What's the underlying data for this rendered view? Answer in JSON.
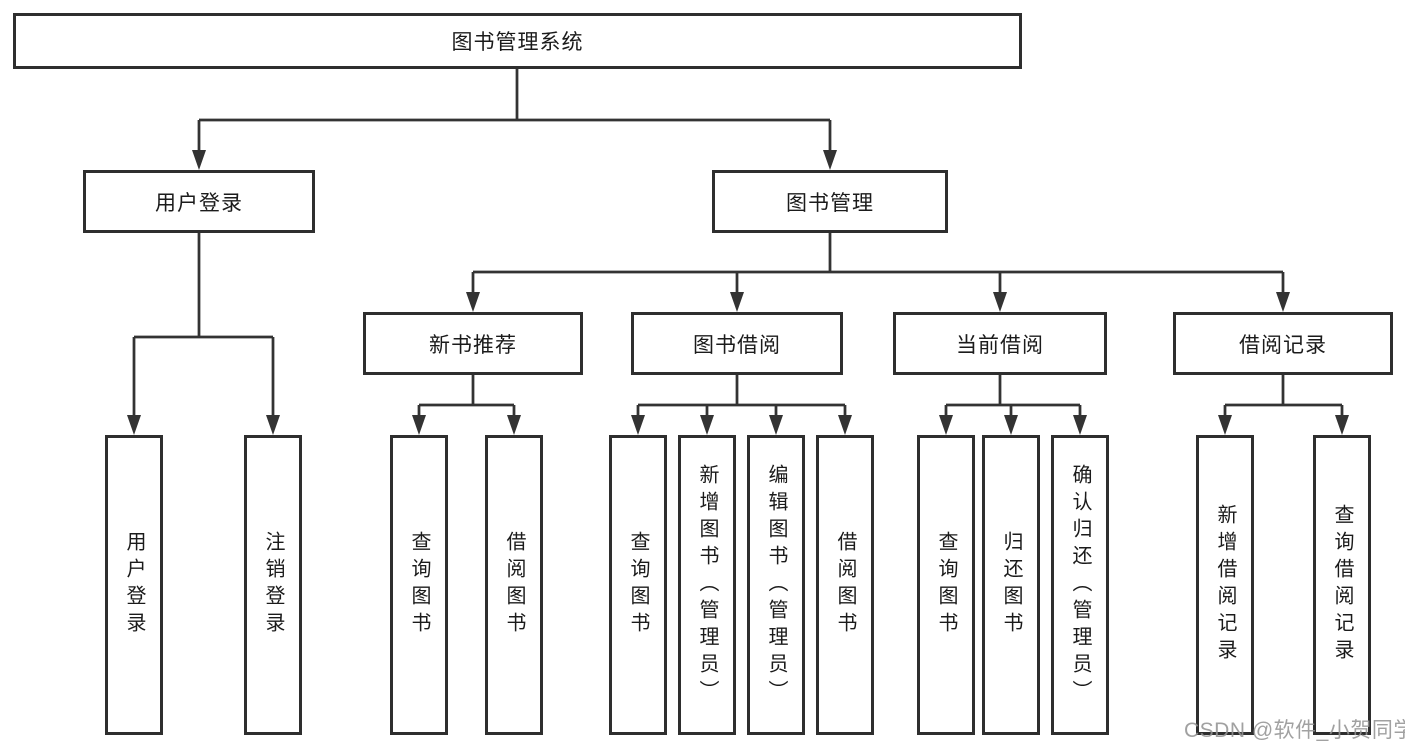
{
  "diagram": {
    "type": "hierarchy",
    "tree": {
      "root": {
        "label": "图书管理系统"
      },
      "level1": [
        {
          "label": "用户登录",
          "children": [
            {
              "label": "用户登录"
            },
            {
              "label": "注销登录"
            }
          ]
        },
        {
          "label": "图书管理",
          "children": [
            {
              "label": "新书推荐",
              "children": [
                {
                  "label": "查询图书"
                },
                {
                  "label": "借阅图书"
                }
              ]
            },
            {
              "label": "图书借阅",
              "children": [
                {
                  "label": "查询图书"
                },
                {
                  "label": "新增图书（管理员）"
                },
                {
                  "label": "编辑图书（管理员）"
                },
                {
                  "label": "借阅图书"
                }
              ]
            },
            {
              "label": "当前借阅",
              "children": [
                {
                  "label": "查询图书"
                },
                {
                  "label": "归还图书"
                },
                {
                  "label": "确认归还（管理员）"
                }
              ]
            },
            {
              "label": "借阅记录",
              "children": [
                {
                  "label": "新增借阅记录"
                },
                {
                  "label": "查询借阅记录"
                }
              ]
            }
          ]
        }
      ]
    },
    "watermark": {
      "text": "CSDN @软件_小贺同学"
    },
    "style": {
      "background": "#ffffff",
      "line_color": "#333333",
      "box_border_color": "#2e2e2e",
      "text_color": "#1b1b1b",
      "watermark_color": "#949494"
    }
  }
}
